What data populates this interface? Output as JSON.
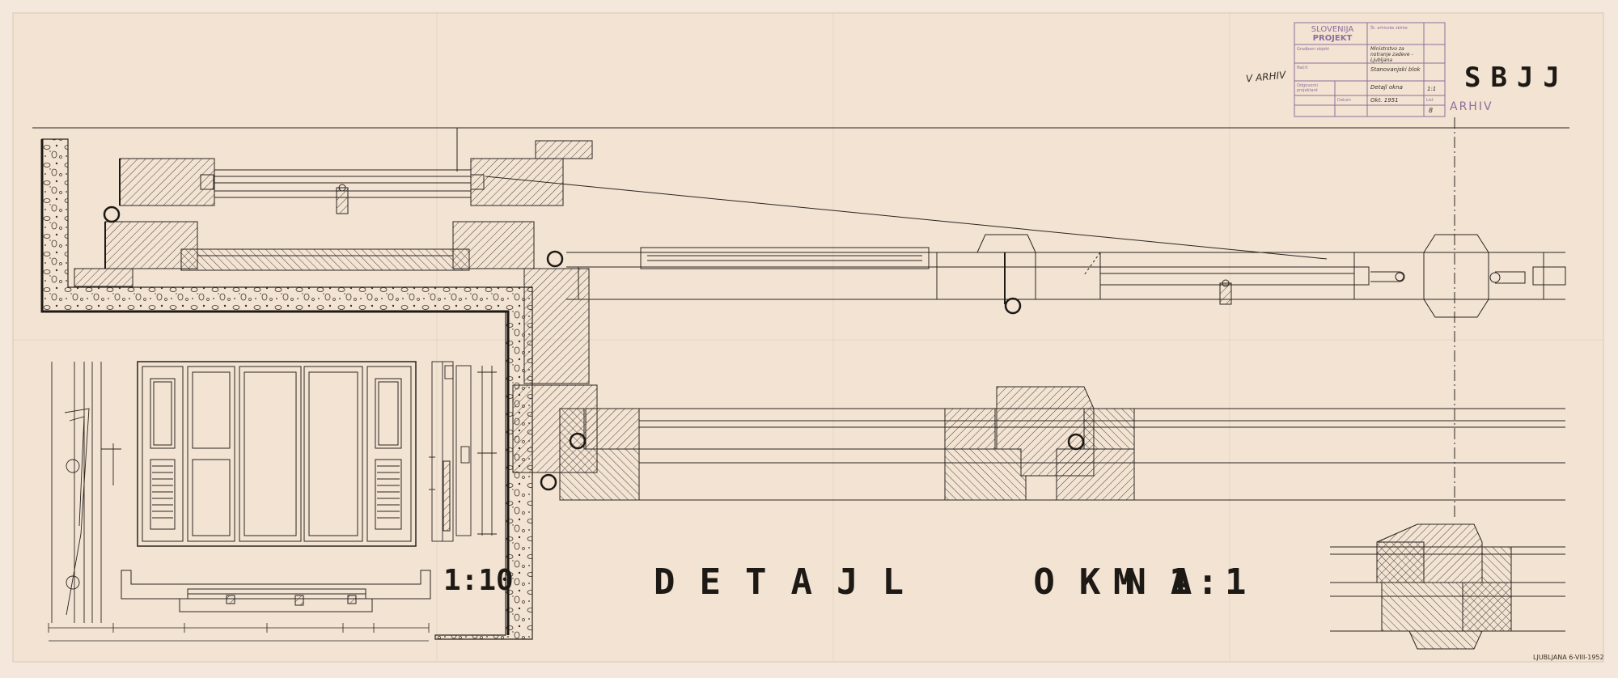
{
  "drawing": {
    "title": "DETAJL OKNA",
    "title_scale": "M 1:1",
    "detail_scale": "1:10",
    "code": "SBJJ",
    "archive_note": "V ARHIV",
    "archive_mark": "ARHIV",
    "city_note": "LJUBLJANA 6-VIII-1952"
  },
  "stamp": {
    "header_line1": "SLOVENIJA",
    "header_line2": "PROJEKT",
    "fields": [
      "Št. arhivske zbirke",
      "Gradbeni objekt",
      "Načrt",
      "Odgovorni projektant",
      "Datum",
      "List"
    ],
    "entries": [
      "Ministrstvo za notranje zadeve - Ljubljana",
      "Stanovanjski blok",
      "Detajl okna",
      "Okt. 1951",
      "1:1",
      "8"
    ]
  },
  "colors": {
    "paper": "#f4e8dc",
    "ink": "#2a241f",
    "stamp": "#8f6d9a"
  }
}
